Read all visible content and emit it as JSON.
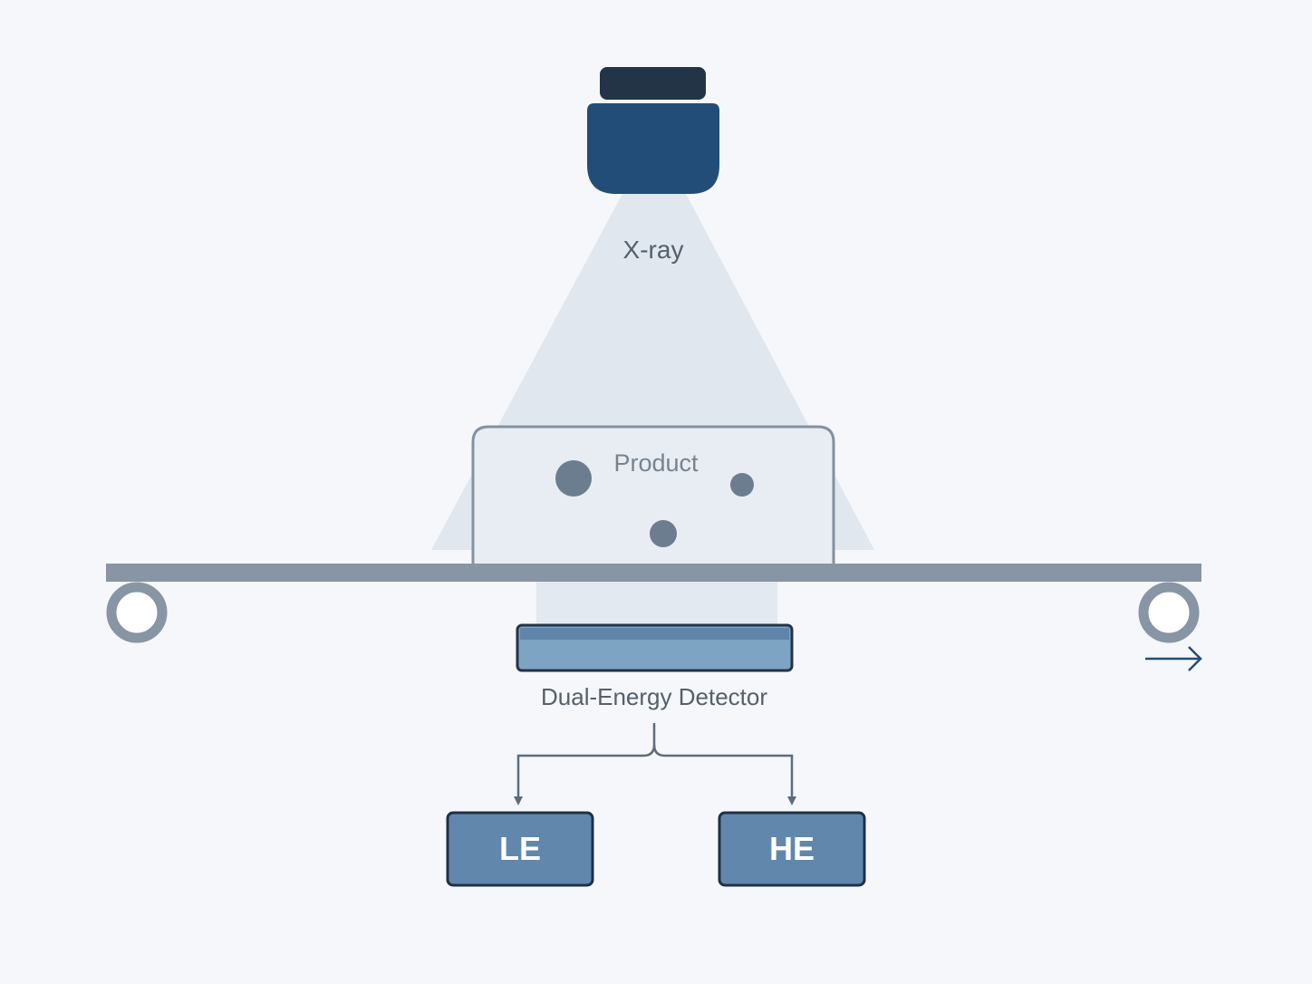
{
  "labels": {
    "source": "X-ray",
    "product": "Product",
    "detector": "Dual-Energy Detector",
    "low_energy": "LE",
    "high_energy": "HE"
  },
  "colors": {
    "background": "#f5f7fa",
    "source_cap": "#243447",
    "source_body": "#214d78",
    "beam": "#e0e7ef",
    "product_fill": "#e8edf3",
    "product_stroke": "#8391a1",
    "inclusion": "#6c7d90",
    "conveyor": "#8795a4",
    "detector_fill": "#7ea4c4",
    "detector_stroke": "#243447",
    "output_fill": "#6187ad",
    "output_stroke": "#1e3145",
    "arrow": "#5c6c7e",
    "direction_arrow": "#214d78",
    "label_text": "#55606c",
    "output_text": "#ffffff"
  },
  "icons": {
    "direction": "arrow-right-icon",
    "roller": "roller-icon"
  }
}
